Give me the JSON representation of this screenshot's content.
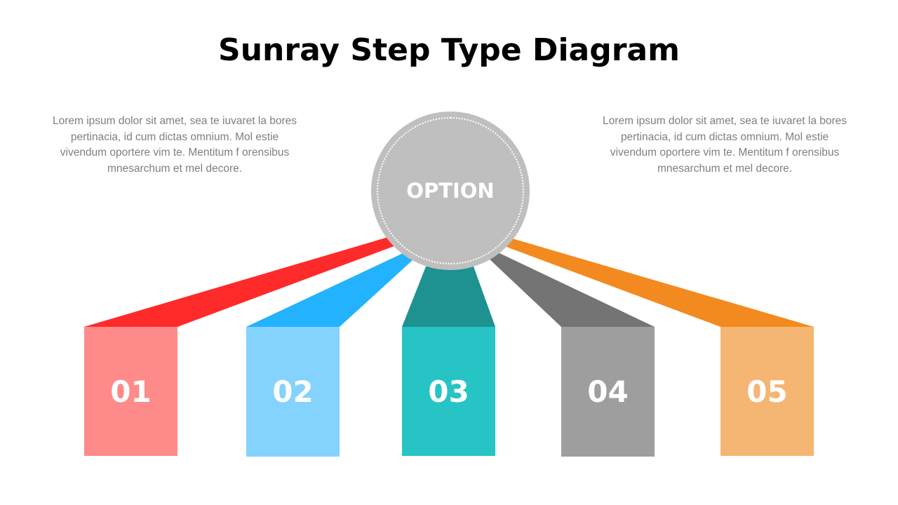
{
  "title": "Sunray Step Type Diagram",
  "descriptions": {
    "left": "Lorem ipsum dolor sit amet, sea te iuvaret la bores pertinacia, id cum dictas omnium. Mol estie vivendum oportere vim te. Mentitum f orensibus mnesarchum et mel decore.",
    "right": "Lorem ipsum dolor sit amet, sea te iuvaret la bores pertinacia, id cum dictas omnium. Mol estie vivendum oportere vim te. Mentitum f orensibus mnesarchum et mel decore."
  },
  "hub": {
    "label": "OPTION",
    "color": "#bfbfbf"
  },
  "steps": [
    {
      "number": "01",
      "box_color": "#ff8a8a",
      "ray_color": "#ff2a2a"
    },
    {
      "number": "02",
      "box_color": "#84d3ff",
      "ray_color": "#23b2fd"
    },
    {
      "number": "03",
      "box_color": "#26c4c4",
      "ray_color": "#1e9191"
    },
    {
      "number": "04",
      "box_color": "#9e9e9e",
      "ray_color": "#747474"
    },
    {
      "number": "05",
      "box_color": "#f6b673",
      "ray_color": "#f38a1f"
    }
  ]
}
